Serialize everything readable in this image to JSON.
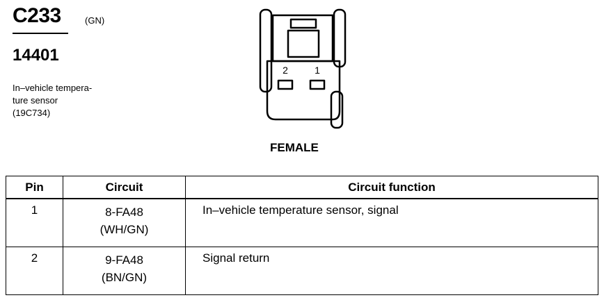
{
  "connector": {
    "id": "C233",
    "color_code": "(GN)",
    "part_number": "14401",
    "description_lines": [
      "In–vehicle tempera-",
      "ture sensor",
      "(19C734)"
    ],
    "gender": "FEMALE",
    "pin_labels": [
      "2",
      "1"
    ]
  },
  "table": {
    "headers": [
      "Pin",
      "Circuit",
      "Circuit function"
    ],
    "rows": [
      {
        "pin": "1",
        "circuit": "8-FA48",
        "wire_color": "(WH/GN)",
        "function": "In–vehicle temperature sensor, signal"
      },
      {
        "pin": "2",
        "circuit": "9-FA48",
        "wire_color": "(BN/GN)",
        "function": "Signal return"
      }
    ]
  }
}
